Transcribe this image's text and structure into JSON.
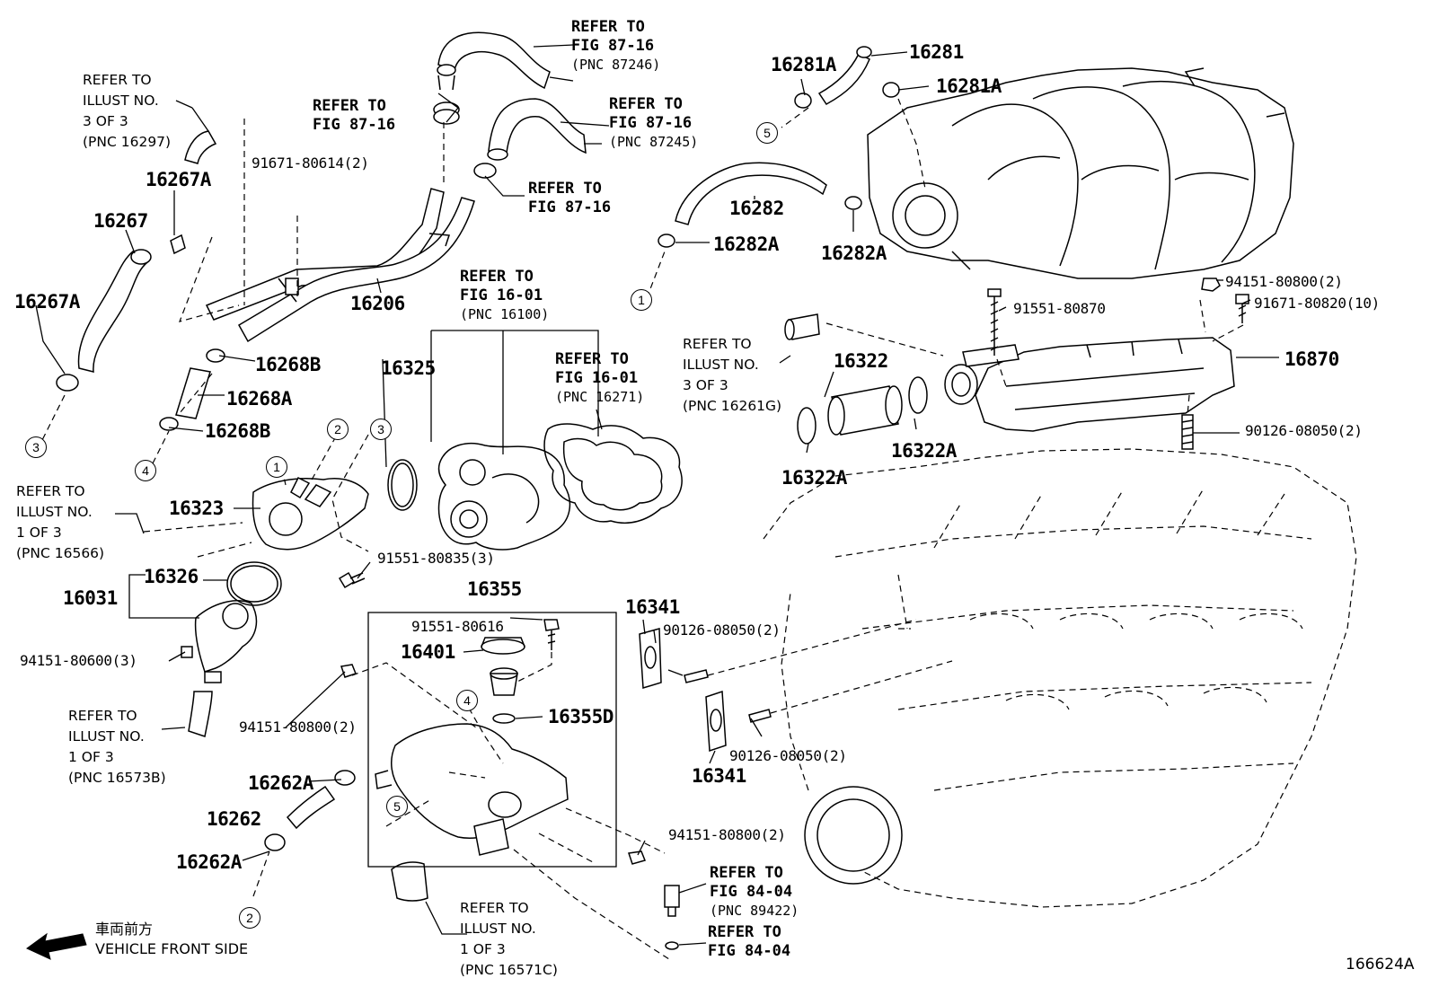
{
  "figure_id": "166624A",
  "direction": {
    "jp": "車両前方",
    "en": "VEHICLE FRONT SIDE"
  },
  "labels": {
    "p16267A_top": "16267A",
    "p16267": "16267",
    "p16267A_low": "16267A",
    "p16206": "16206",
    "p16268B_top": "16268B",
    "p16268A": "16268A",
    "p16268B_low": "16268B",
    "p16281A_left": "16281A",
    "p16281": "16281",
    "p16281A_right": "16281A",
    "p16282": "16282",
    "p16282A_left": "16282A",
    "p16282A_right": "16282A",
    "p16325": "16325",
    "p16322": "16322",
    "p16322A_right": "16322A",
    "p16322A_low": "16322A",
    "p16870": "16870",
    "p16323": "16323",
    "p16326": "16326",
    "p16031": "16031",
    "p16355": "16355",
    "p16401": "16401",
    "p16355D": "16355D",
    "p16341_top": "16341",
    "p16341_low": "16341",
    "p16262A_top": "16262A",
    "p16262": "16262",
    "p16262A_low": "16262A"
  },
  "qty": {
    "q91671_80614": "91671-80614(2)",
    "q91551_80870": "91551-80870",
    "q94151_80800_tr": "94151-80800(2)",
    "q91671_80820": "91671-80820(10)",
    "q90126_08050_r": "90126-08050(2)",
    "q91551_80835": "91551-80835(3)",
    "q94151_80600": "94151-80600(3)",
    "q91551_80616": "91551-80616",
    "q90126_08050_m1": "90126-08050(2)",
    "q90126_08050_m2": "90126-08050(2)",
    "q94151_80800_l": "94151-80800(2)",
    "q94151_80800_b": "94151-80800(2)"
  },
  "refs": {
    "r87246": {
      "l1": "REFER TO",
      "l2": "FIG 87-16",
      "l3": "(PNC 87246)"
    },
    "r8716a": {
      "l1": "REFER TO",
      "l2": "FIG 87-16"
    },
    "r87245": {
      "l1": "REFER TO",
      "l2": "FIG 87-16",
      "l3": "(PNC 87245)"
    },
    "r8716b": {
      "l1": "REFER TO",
      "l2": "FIG 87-16"
    },
    "r16100": {
      "l1": "REFER TO",
      "l2": "FIG 16-01",
      "l3": "(PNC 16100)"
    },
    "r16271": {
      "l1": "REFER TO",
      "l2": "FIG 16-01",
      "l3": "(PNC 16271)"
    },
    "r89422": {
      "l1": "REFER TO",
      "l2": "FIG 84-04",
      "l3": "(PNC 89422)"
    },
    "r8404": {
      "l1": "REFER TO",
      "l2": "FIG 84-04"
    }
  },
  "illust": {
    "i16297": {
      "l1": "REFER TO",
      "l2": "ILLUST NO.",
      "l3": "3 OF 3",
      "l4": "(PNC 16297)"
    },
    "i16261G": {
      "l1": "REFER TO",
      "l2": "ILLUST NO.",
      "l3": "3 OF 3",
      "l4": "(PNC 16261G)"
    },
    "i16566": {
      "l1": "REFER TO",
      "l2": "ILLUST NO.",
      "l3": "1 OF 3",
      "l4": "(PNC 16566)"
    },
    "i16573B": {
      "l1": "REFER TO",
      "l2": "ILLUST NO.",
      "l3": "1 OF 3",
      "l4": "(PNC 16573B)"
    },
    "i16571C": {
      "l1": "REFER TO",
      "l2": "ILLUST NO.",
      "l3": "1 OF 3",
      "l4": "(PNC 16571C)"
    }
  },
  "circles": {
    "c1_a": "1",
    "c1_b": "1",
    "c2_a": "2",
    "c2_b": "2",
    "c3_a": "3",
    "c3_b": "3",
    "c4_a": "4",
    "c4_b": "4",
    "c5_a": "5",
    "c5_b": "5"
  }
}
